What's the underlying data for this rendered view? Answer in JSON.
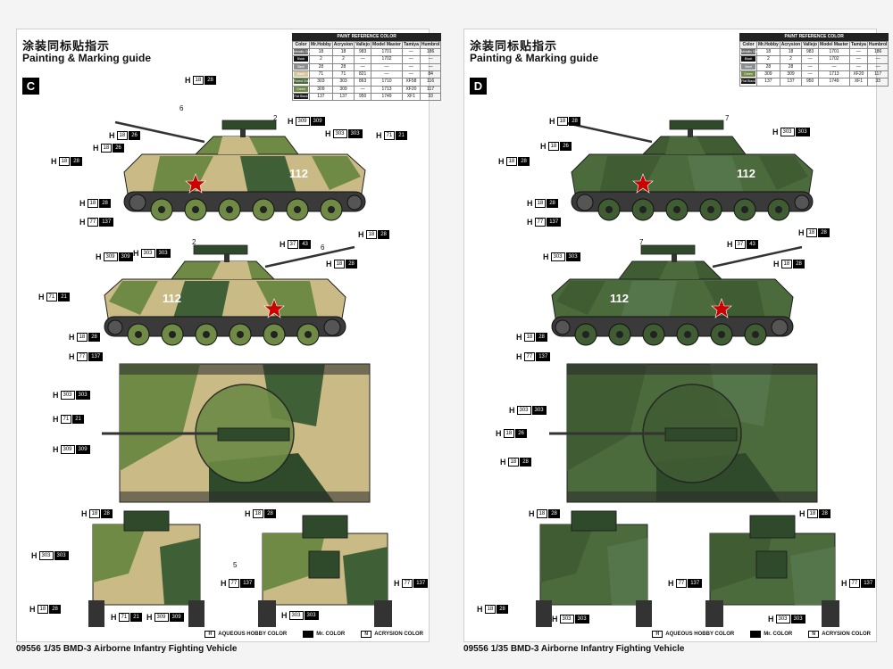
{
  "common": {
    "title_cn": "涂装同标贴指示",
    "title_en": "Painting & Marking guide",
    "table": {
      "caption": "PAINT REFERENCE COLOR",
      "headers": [
        "Color",
        "Mr.Hobby",
        "Acrysion",
        "Vallejo",
        "Model Master",
        "Tamiya",
        "Humbrol"
      ],
      "rows": [
        {
          "color": "Metallic Gray",
          "hex": "#6d6d6d",
          "mrhobby": "18",
          "acrysion": "18",
          "vallejo": "983",
          "model_master": "1701",
          "tamiya": "—",
          "humbrol": "186"
        },
        {
          "color": "Black",
          "hex": "#111111",
          "mrhobby": "2",
          "acrysion": "2",
          "vallejo": "—",
          "model_master": "1702",
          "tamiya": "—",
          "humbrol": "—"
        },
        {
          "color": "Steel",
          "hex": "#8a8f94",
          "mrhobby": "28",
          "acrysion": "28",
          "vallejo": "—",
          "model_master": "—",
          "tamiya": "—",
          "humbrol": "—"
        },
        {
          "color": "Sand",
          "hex": "#d8c79a",
          "mrhobby": "71",
          "acrysion": "71",
          "vallejo": "821",
          "model_master": "—",
          "tamiya": "—",
          "humbrol": "84"
        },
        {
          "color": "Forest Green",
          "hex": "#4f6b37",
          "mrhobby": "303",
          "acrysion": "303",
          "vallejo": "863",
          "model_master": "1710",
          "tamiya": "XF58",
          "humbrol": "116"
        },
        {
          "color": "Green",
          "hex": "#6f8a49",
          "mrhobby": "309",
          "acrysion": "309",
          "vallejo": "—",
          "model_master": "1713",
          "tamiya": "XF20",
          "humbrol": "117"
        },
        {
          "color": "Flat Black",
          "hex": "#1a1a1a",
          "mrhobby": "137",
          "acrysion": "137",
          "vallejo": "950",
          "model_master": "1749",
          "tamiya": "XF1",
          "humbrol": "33"
        }
      ]
    },
    "legend": {
      "aqueous": "AQUEOUS HOBBY COLOR",
      "mr": "Mr. COLOR",
      "acrysion": "ACRYSION COLOR",
      "aqueous_box": "H",
      "mr_box": "",
      "acrysion_box": "N"
    },
    "footer": "09556 1/35 BMD-3 Airborne Infantry Fighting Vehicle",
    "turret_number": "112"
  },
  "page_c": {
    "plate": "C",
    "colors": {
      "base": "#c9ba86",
      "a": "#6e8a45",
      "b": "#3f6036",
      "c": "#2e4a2a"
    },
    "numbers": {
      "n6": "6",
      "n2": "2",
      "n2b": "2",
      "n6b": "6",
      "n5": "5"
    }
  },
  "page_d": {
    "plate": "D",
    "table_rows": [
      {
        "color": "Metallic Gray",
        "hex": "#6d6d6d",
        "mrhobby": "18",
        "acrysion": "18",
        "vallejo": "983",
        "model_master": "1701",
        "tamiya": "—",
        "humbrol": "186"
      },
      {
        "color": "Black",
        "hex": "#111111",
        "mrhobby": "2",
        "acrysion": "2",
        "vallejo": "—",
        "model_master": "1702",
        "tamiya": "—",
        "humbrol": "—"
      },
      {
        "color": "Steel",
        "hex": "#8a8f94",
        "mrhobby": "28",
        "acrysion": "28",
        "vallejo": "—",
        "model_master": "—",
        "tamiya": "—",
        "humbrol": "—"
      },
      {
        "color": "Green",
        "hex": "#6f8a49",
        "mrhobby": "309",
        "acrysion": "309",
        "vallejo": "—",
        "model_master": "1713",
        "tamiya": "XF20",
        "humbrol": "117"
      },
      {
        "color": "Flat Black",
        "hex": "#1a1a1a",
        "mrhobby": "137",
        "acrysion": "137",
        "vallejo": "950",
        "model_master": "1749",
        "tamiya": "XF1",
        "humbrol": "33"
      }
    ],
    "colors": {
      "base": "#4c6b3c",
      "a": "#3f5c33",
      "b": "#55754a",
      "c": "#2f4a2a"
    },
    "numbers": {
      "n7": "7",
      "n7b": "7"
    }
  },
  "callouts": {
    "h18": {
      "h": "H",
      "c1": "18",
      "c2": "28"
    },
    "h18_26": {
      "h": "H",
      "c1": "18",
      "c2": "26"
    },
    "h303": {
      "h": "H",
      "c1": "303",
      "c2": "303"
    },
    "h309": {
      "h": "H",
      "c1": "309",
      "c2": "309"
    },
    "h71": {
      "h": "H",
      "c1": "71",
      "c2": "21"
    },
    "h77": {
      "h": "H",
      "c1": "77",
      "c2": "137"
    },
    "h37": {
      "h": "H",
      "c1": "37",
      "c2": "43"
    }
  }
}
